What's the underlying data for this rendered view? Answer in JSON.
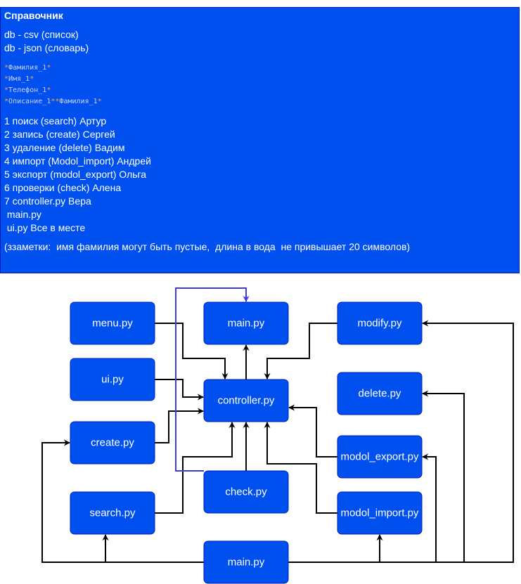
{
  "note": {
    "title": "Справочник",
    "db_lines": [
      "db - csv (список)",
      "db - json (словарь)"
    ],
    "fields": [
      [
        "*Фамилия_1*"
      ],
      [
        "*Имя_1*"
      ],
      [
        "*Телефон_1*"
      ],
      [
        "*Описание_1*",
        "*Фамилия_1*"
      ]
    ],
    "tasks": [
      "1 поиск (search) Артур",
      "2 запись (create) Сергей",
      "3 удаление (delete) Вадим",
      "4 импорт (Modol_import) Андрей",
      "5 экспорт (modol_export) Ольга",
      "6 проверки (check) Алена",
      "7 controller.py Вера",
      " main.py",
      " ui.py Все в месте"
    ],
    "remark": "(ззаметки:  имя фамилия могут быть пустые,  длина в вода  не привышает 20 символов)",
    "accent_color": "#0050ef",
    "field_marker_color": "#f0a04b"
  },
  "nodes": {
    "menu": "menu.py",
    "main_top": "main.py",
    "modify": "modify.py",
    "ui": "ui.py",
    "controller": "controller.py",
    "delete": "delete.py",
    "create": "create.py",
    "export": "modol_export.py",
    "check": "check.py",
    "search": "search.py",
    "import": "modol_import.py",
    "main_bottom": "main.py"
  }
}
